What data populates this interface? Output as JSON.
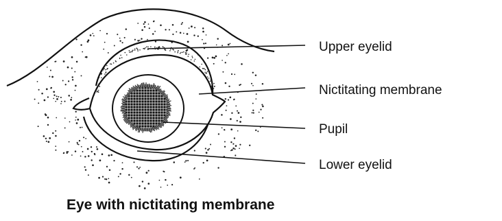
{
  "diagram": {
    "labels": {
      "upper_eyelid": "Upper eyelid",
      "nictitating_membrane": "Nictitating membrane",
      "pupil": "Pupil",
      "lower_eyelid": "Lower eyelid"
    },
    "caption": "Eye with nictitating membrane",
    "line_color": "#111111",
    "stipple_color": "#222222"
  }
}
